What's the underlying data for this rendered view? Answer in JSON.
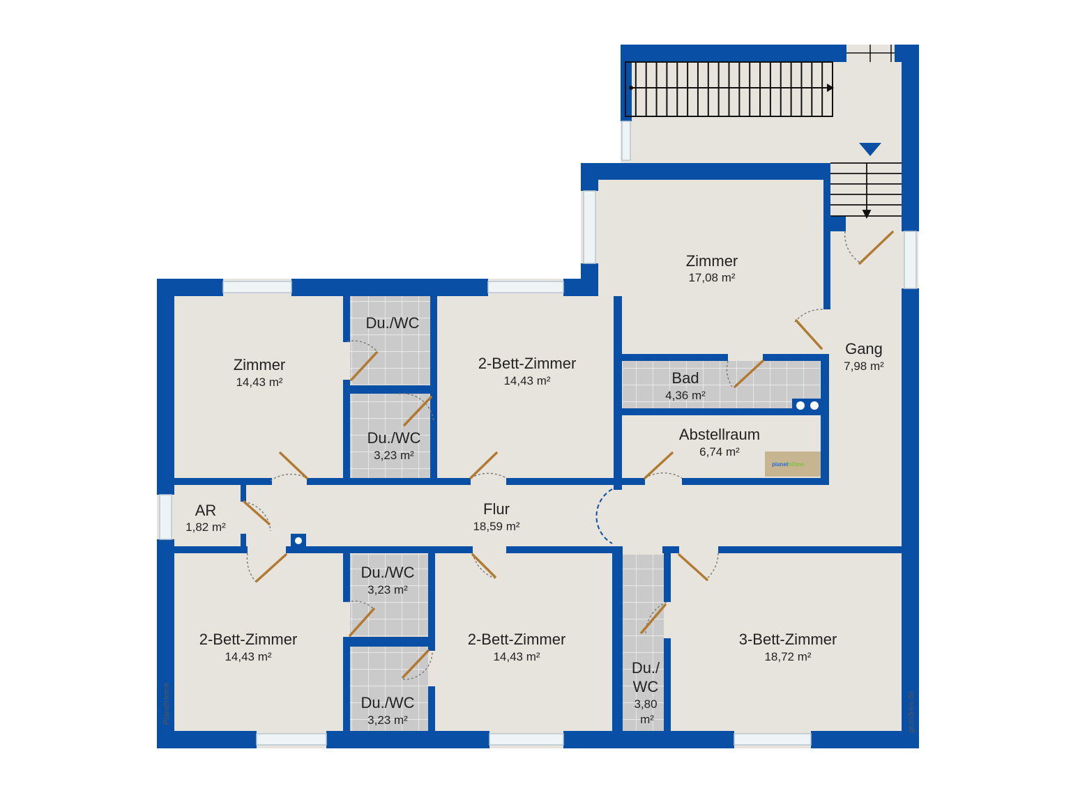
{
  "floorplan": {
    "colors": {
      "wall": "#0a4fa6",
      "floor": "#e6e4dd",
      "tile": "#c9cac9",
      "tile_grid": "#f2f2f2",
      "door_leaf": "#b07a32",
      "window": "#eef3f5"
    },
    "rooms": [
      {
        "id": "zimmer-left",
        "name": "Zimmer",
        "area": "14,43 m²"
      },
      {
        "id": "du-wc-1",
        "name": "Du./WC",
        "area": ""
      },
      {
        "id": "du-wc-2",
        "name": "Du./WC",
        "area": "3,23 m²"
      },
      {
        "id": "2bett-top",
        "name": "2-Bett-Zimmer",
        "area": "14,43 m²"
      },
      {
        "id": "zimmer-top",
        "name": "Zimmer",
        "area": "17,08 m²"
      },
      {
        "id": "bad",
        "name": "Bad",
        "area": "4,36 m²"
      },
      {
        "id": "gang",
        "name": "Gang",
        "area": "7,98 m²"
      },
      {
        "id": "abstellraum",
        "name": "Abstellraum",
        "area": "6,74 m²"
      },
      {
        "id": "ar",
        "name": "AR",
        "area": "1,82 m²"
      },
      {
        "id": "flur",
        "name": "Flur",
        "area": "18,59 m²"
      },
      {
        "id": "du-wc-3",
        "name": "Du./WC",
        "area": "3,23 m²"
      },
      {
        "id": "du-wc-4",
        "name": "Du./WC",
        "area": "3,23 m²"
      },
      {
        "id": "2bett-bl",
        "name": "2-Bett-Zimmer",
        "area": "14,43 m²"
      },
      {
        "id": "2bett-bm",
        "name": "2-Bett-Zimmer",
        "area": "14,43 m²"
      },
      {
        "id": "du-wc-5",
        "name_lines": [
          "Du./",
          "WC"
        ],
        "area_lines": [
          "3,80",
          "m²"
        ]
      },
      {
        "id": "3bett",
        "name": "3-Bett-Zimmer",
        "area": "18,72 m²"
      }
    ],
    "logo": {
      "part1": "planet",
      "part2": "hOme",
      "color1": "#2a6bd1",
      "color2": "#7cc242"
    },
    "side_labels": {
      "left": "PlanetHome",
      "right": "grundriss.de"
    }
  }
}
